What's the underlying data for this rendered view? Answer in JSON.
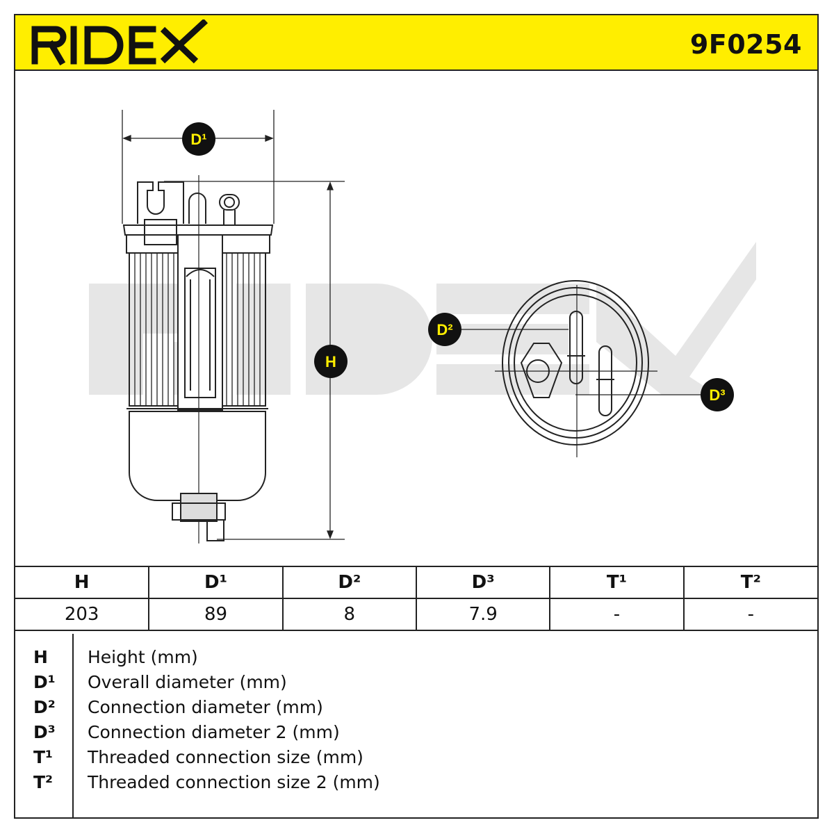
{
  "header": {
    "brand": "RIDEX",
    "part_number": "9F0254",
    "brand_color": "#ffee00"
  },
  "drawing": {
    "labels": {
      "d1": "D¹",
      "h": "H",
      "d2": "D²",
      "d3": "D³"
    },
    "watermark": "RIDEX"
  },
  "spec_table": {
    "headers": [
      "H",
      "D¹",
      "D²",
      "D³",
      "T¹",
      "T²"
    ],
    "values": [
      "203",
      "89",
      "8",
      "7.9",
      "-",
      "-"
    ]
  },
  "legend": [
    {
      "code": "H",
      "desc": "Height (mm)"
    },
    {
      "code": "D¹",
      "desc": "Overall diameter (mm)"
    },
    {
      "code": "D²",
      "desc": "Connection diameter (mm)"
    },
    {
      "code": "D³",
      "desc": "Connection diameter 2 (mm)"
    },
    {
      "code": "T¹",
      "desc": "Threaded connection size (mm)"
    },
    {
      "code": "T²",
      "desc": "Threaded connection size 2 (mm)"
    }
  ]
}
